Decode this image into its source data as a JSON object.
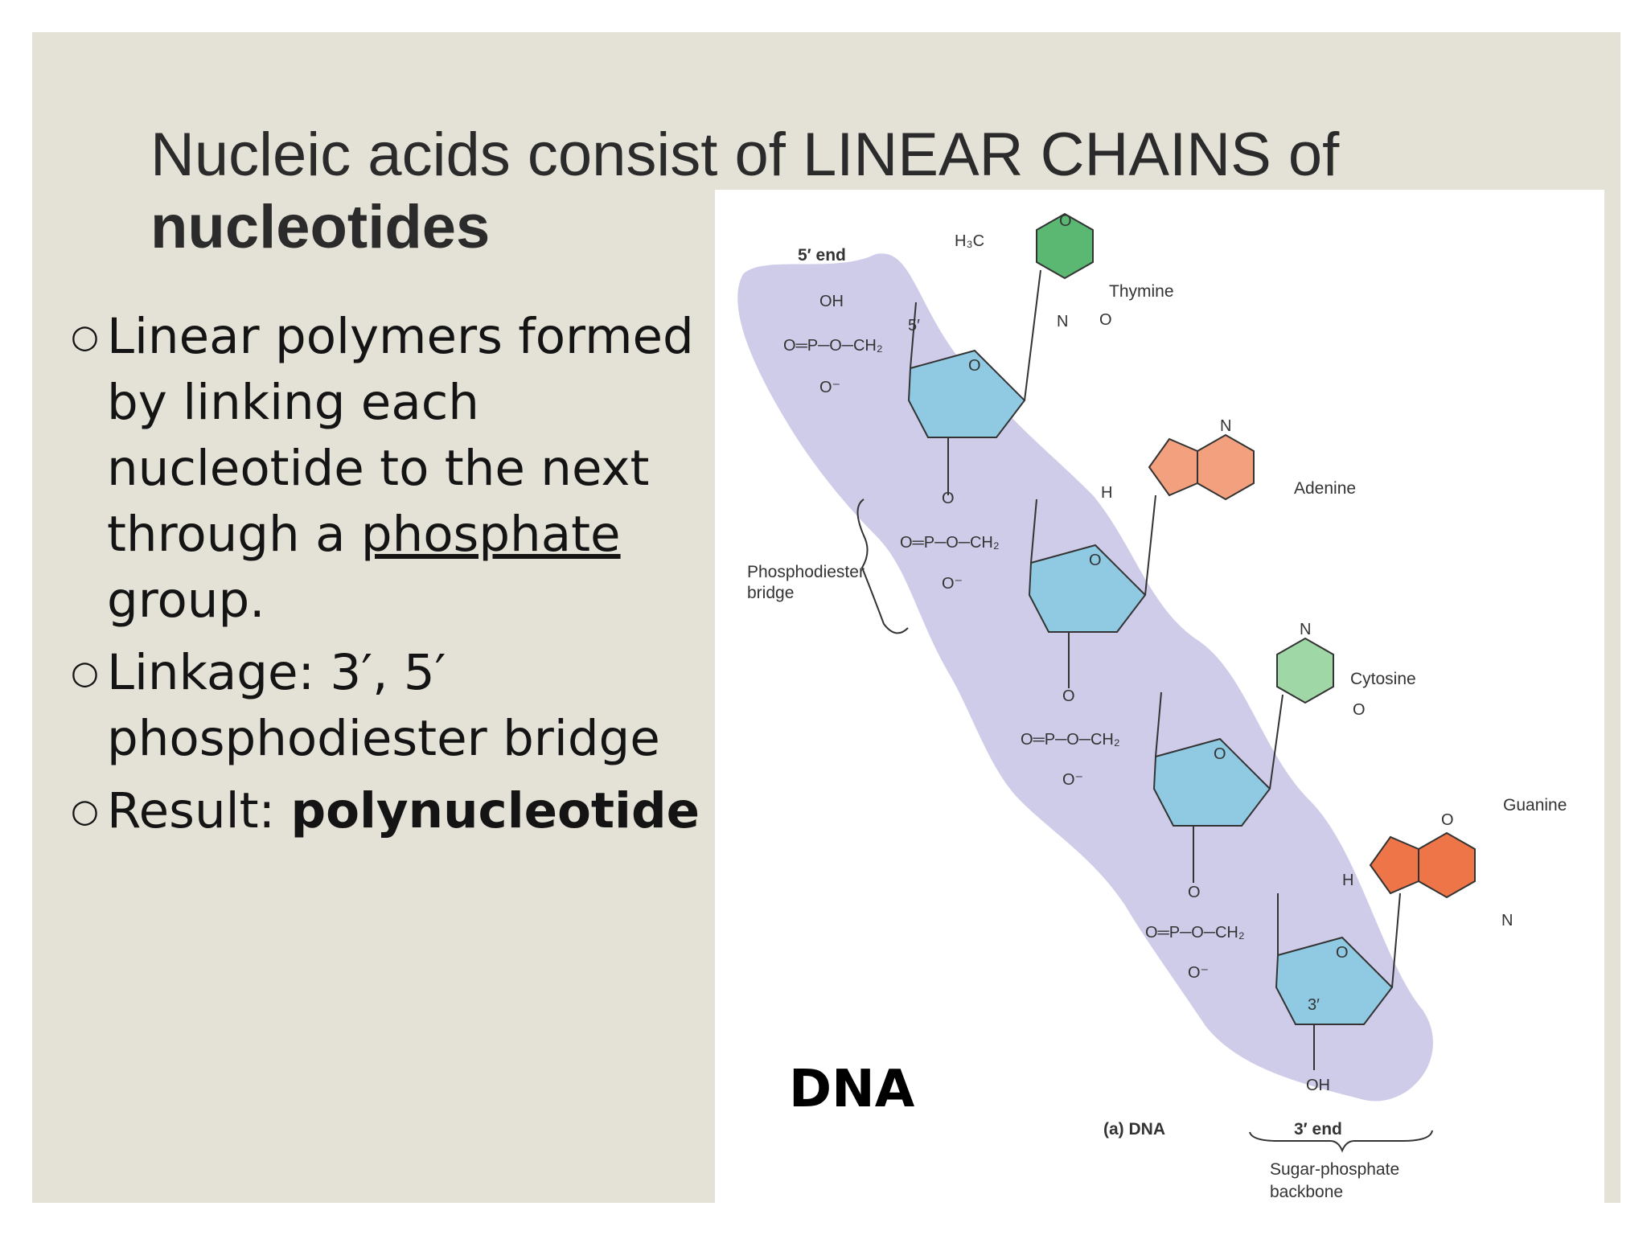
{
  "title": {
    "line1": "Nucleic acids consist of LINEAR CHAINS of",
    "line2": "nucleotides"
  },
  "bullets": {
    "b1_before": "Linear polymers formed by linking each nucleotide to the next through a ",
    "b1_link": "phosphate",
    "b1_after": " group.",
    "b2": "Linkage: 3′, 5′ phosphodiester bridge",
    "b3_before": "Result: ",
    "b3_bold": "polynucleotide"
  },
  "figure": {
    "big_label": "DNA",
    "end5": "5′ end",
    "end3": "3′ end",
    "caption": "(a) DNA",
    "bridge_line1": "Phosphodiester",
    "bridge_line2": "bridge",
    "backbone_line1": "Sugar-phosphate",
    "backbone_line2": "backbone",
    "bases": {
      "thymine": "Thymine",
      "adenine": "Adenine",
      "cytosine": "Cytosine",
      "guanine": "Guanine"
    },
    "atoms": {
      "oh": "OH",
      "o": "O",
      "o_minus": "O⁻",
      "p": "P",
      "ch2": "CH₂",
      "h": "H",
      "n": "N",
      "h3c": "H₃C",
      "five_prime": "5′",
      "three_prime": "3′",
      "o_eq_p": "O═P─O─CH₂"
    },
    "colors": {
      "backbone": "#c9c6e6",
      "sugar": "#8fc9e2",
      "thymine": "#5bb873",
      "adenine": "#f3a07f",
      "cytosine": "#9fd7a7",
      "guanine": "#ee7548"
    }
  }
}
